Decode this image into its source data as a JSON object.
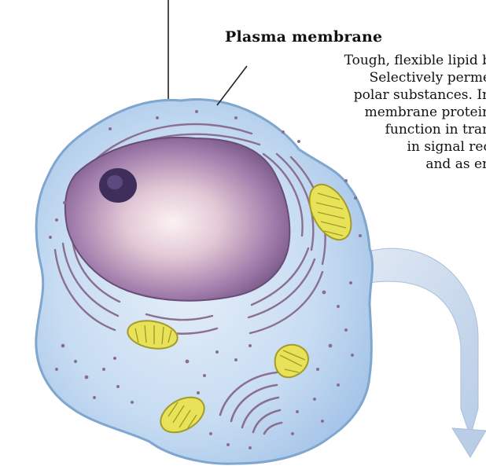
{
  "label": {
    "title": "Plasma membrane",
    "lines": [
      "Tough, flexible lipid b",
      "Selectively perme",
      "polar substances. In",
      "membrane protein",
      "function in tran",
      "in signal rec",
      "and as en"
    ]
  },
  "icons": {
    "leader_line_top": "line",
    "leader_line_membrane": "line",
    "flow_arrow": "curved-arrow"
  },
  "colors": {
    "cytoplasm": "#bcd6f0",
    "membrane_edge": "#7fa6cf",
    "nucleus": "#8f6aa0",
    "nucleolus": "#3a2a55",
    "mitochondria": "#e6df55",
    "er": "#8a6f8f"
  }
}
